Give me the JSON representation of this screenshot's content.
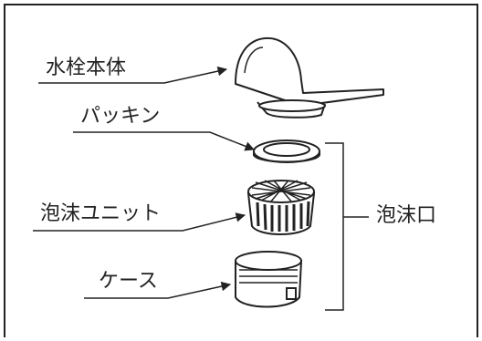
{
  "labels": {
    "faucet_body": "水栓本体",
    "packing": "パッキン",
    "aerator_unit": "泡沫ユニット",
    "case": "ケース",
    "aerator_outlet": "泡沫口"
  },
  "colors": {
    "ink": "#222222",
    "paper": "#ffffff"
  }
}
